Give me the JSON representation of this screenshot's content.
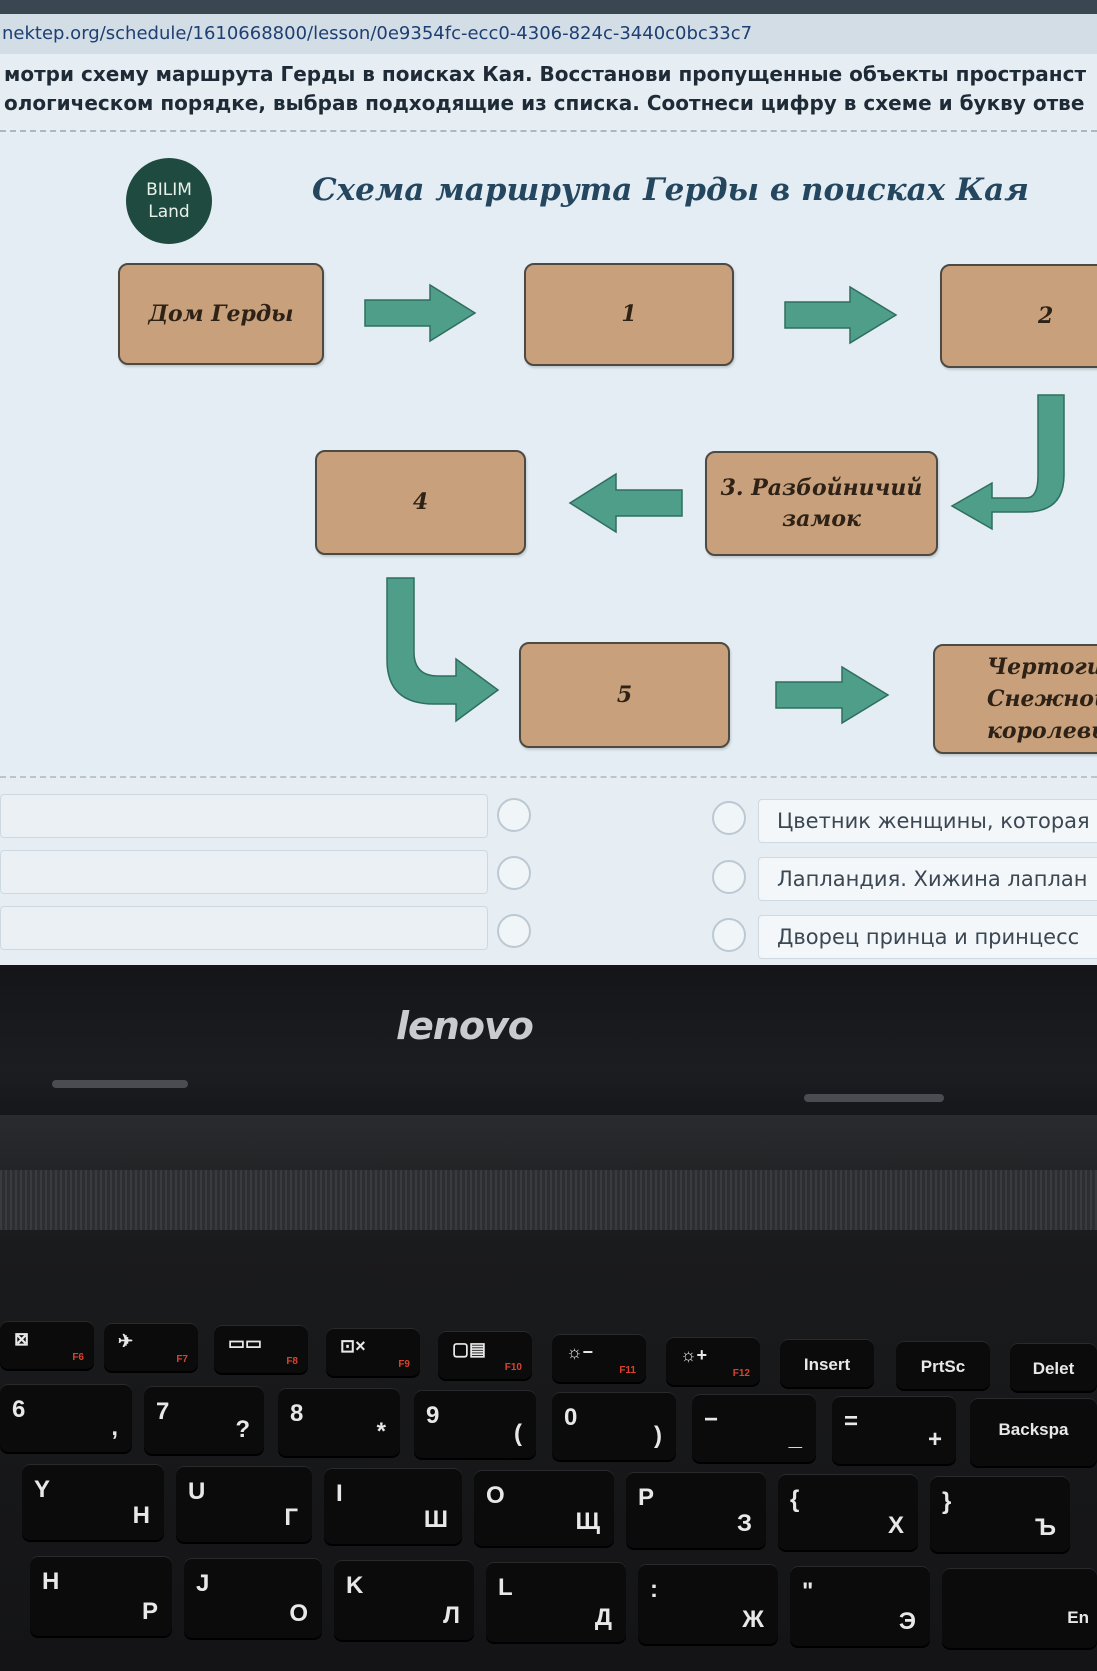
{
  "browser": {
    "url": "nektep.org/schedule/1610668800/lesson/0e9354fc-ecc0-4306-824c-3440c0bc33c7"
  },
  "task": {
    "instruction_line1": "мотри схему маршрута Герды в поисках Кая. Восстанови пропущенные объекты пространст",
    "instruction_line2": "ологическом порядке, выбрав подходящие из списка. Соотнеси цифру в схеме и букву отве"
  },
  "diagram": {
    "logo_line1": "BILIM",
    "logo_line2": "Land",
    "title": "Схема маршрута Герды в поисках Кая",
    "nodes": {
      "home": "Дом Герды",
      "n1": "1",
      "n2": "2",
      "n3_line1": "3. Разбойничий",
      "n3_line2": "замок",
      "n4": "4",
      "n5": "5",
      "final_line1": "Чертоги",
      "final_line2": "Снежной",
      "final_line3": "королевы"
    },
    "arrow_color": "#4f9e8a"
  },
  "answers": {
    "options": [
      "Цветник женщины, которая",
      "Лапландия. Хижина лаплан",
      "Дворец принца и принцесс"
    ]
  },
  "laptop": {
    "brand": "lenovo"
  },
  "keyboard": {
    "fn_row": [
      {
        "icon": "⊠",
        "fn": "F6"
      },
      {
        "icon": "✈",
        "fn": "F7"
      },
      {
        "icon": "▭▭",
        "fn": "F8"
      },
      {
        "icon": "⊡×",
        "fn": "F9"
      },
      {
        "icon": "▢▤",
        "fn": "F10"
      },
      {
        "icon": "☼−",
        "fn": "F11"
      },
      {
        "icon": "☼+",
        "fn": "F12"
      },
      {
        "word": "Insert"
      },
      {
        "word": "PrtSc"
      },
      {
        "word": "Delet"
      }
    ],
    "number_row": [
      {
        "main": "6",
        "alt": ","
      },
      {
        "main": "7",
        "alt": "?"
      },
      {
        "main": "8",
        "alt": "*"
      },
      {
        "main": "9",
        "alt": "("
      },
      {
        "main": "0",
        "alt": ")"
      },
      {
        "main": "−",
        "alt": "_"
      },
      {
        "main": "=",
        "alt": "+"
      },
      {
        "word": "Backspa"
      }
    ],
    "top_row": [
      {
        "main": "Y",
        "alt": "Н"
      },
      {
        "main": "U",
        "alt": "Г"
      },
      {
        "main": "I",
        "alt": "Ш"
      },
      {
        "main": "O",
        "alt": "Щ"
      },
      {
        "main": "P",
        "alt": "З"
      },
      {
        "main": "{",
        "alt": "Х"
      },
      {
        "main": "}",
        "alt": "Ъ"
      }
    ],
    "home_row": [
      {
        "main": "H",
        "alt": "Р"
      },
      {
        "main": "J",
        "alt": "О"
      },
      {
        "main": "K",
        "alt": "Л"
      },
      {
        "main": "L",
        "alt": "Д"
      },
      {
        "main": ":",
        "alt": "Ж"
      },
      {
        "main": "\"",
        "alt": "Э"
      },
      {
        "word": "En"
      }
    ]
  }
}
